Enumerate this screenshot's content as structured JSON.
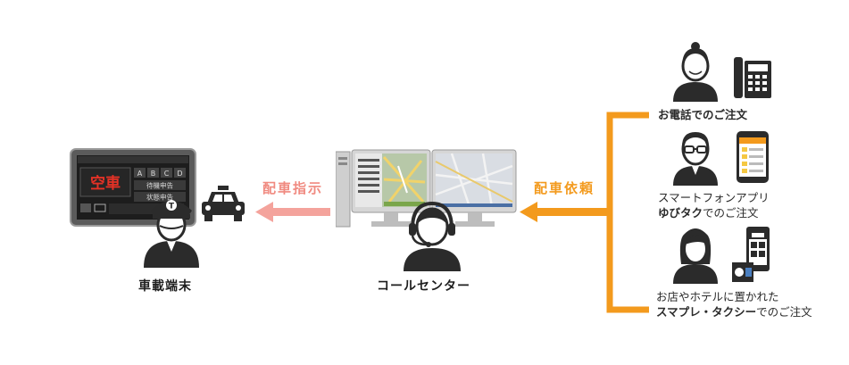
{
  "nodes": {
    "terminal": {
      "label": "車載端末",
      "screen": {
        "status": "空車",
        "keys": [
          "A",
          "B",
          "C",
          "D"
        ],
        "buttons": [
          "待機申告",
          "状態申告"
        ]
      }
    },
    "center": {
      "label": "コールセンター"
    }
  },
  "arrows": {
    "dispatch_instruction": "配車指示",
    "dispatch_request": "配車依頼"
  },
  "orders": {
    "phone": {
      "line1": "お電話でのご注文"
    },
    "app": {
      "line1": "スマートフォンアプリ",
      "line2_bold": "ゆびタク",
      "line2_rest": "でのご注文"
    },
    "store": {
      "line1": "お店やホテルに置かれた",
      "line2_bold": "スマプレ・タクシー",
      "line2_rest": "でのご注文"
    }
  },
  "colors": {
    "orange": "#f39a1d",
    "pink": "#f4a39c",
    "dark": "#2b2b2b"
  }
}
